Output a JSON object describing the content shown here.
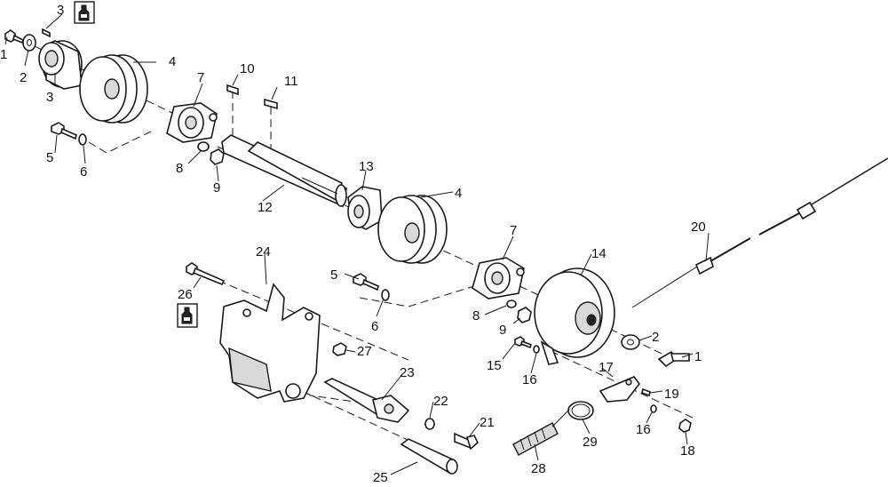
{
  "diagram": {
    "type": "exploded-parts-view",
    "callouts": [
      "1",
      "2",
      "3",
      "3",
      "4",
      "7",
      "10",
      "11",
      "5",
      "6",
      "8",
      "9",
      "12",
      "13",
      "4",
      "7",
      "20",
      "14",
      "24",
      "26",
      "5",
      "6",
      "8",
      "9",
      "2",
      "1",
      "15",
      "16",
      "27",
      "23",
      "17",
      "19",
      "22",
      "21",
      "16",
      "29",
      "18",
      "28",
      "25"
    ],
    "icons": [
      "threadlocker-icon",
      "threadlocker-icon"
    ]
  }
}
